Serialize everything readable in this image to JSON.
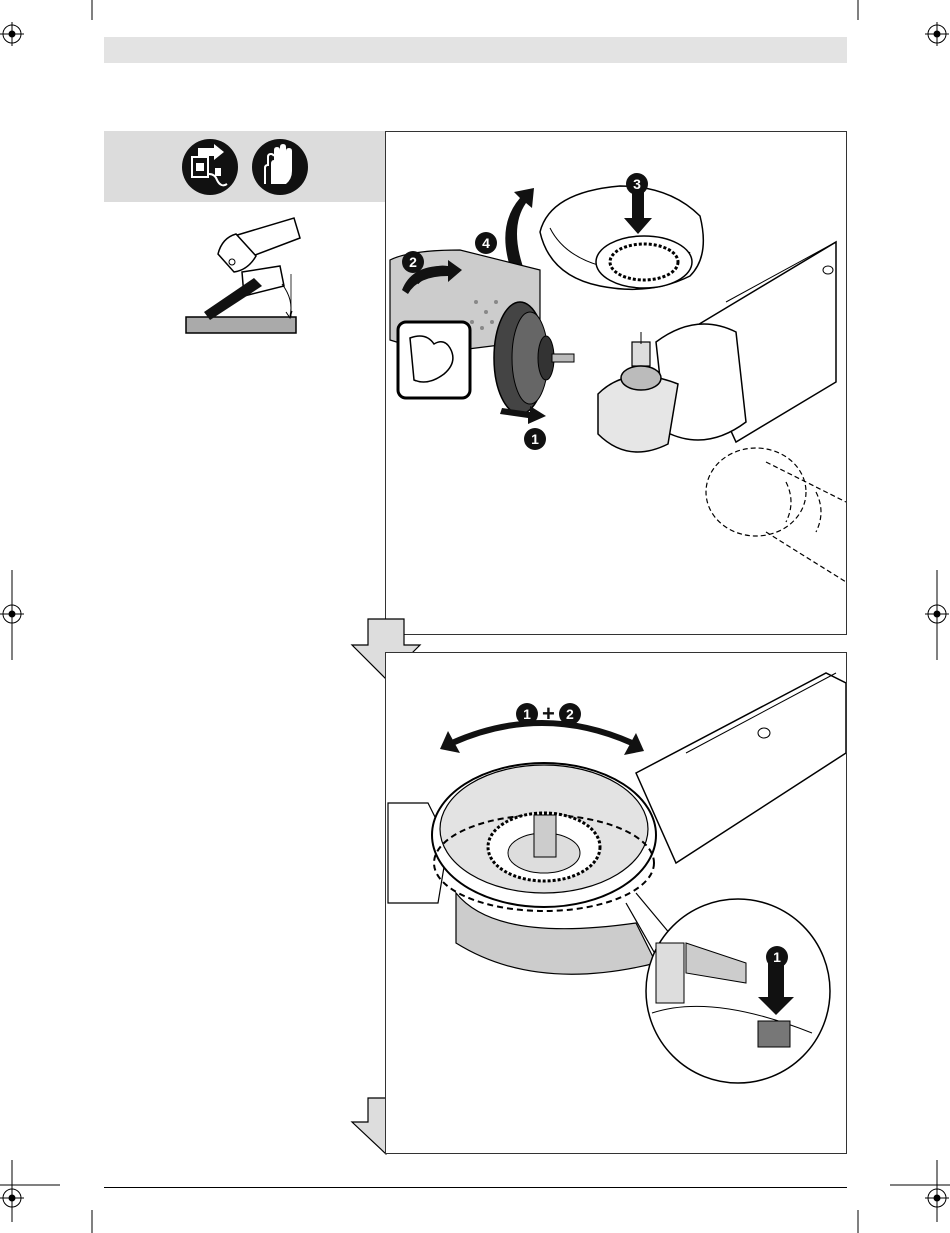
{
  "panel1": {
    "steps": [
      {
        "number": "1"
      },
      {
        "number": "2"
      },
      {
        "number": "3"
      },
      {
        "number": "4"
      }
    ]
  },
  "panel2": {
    "label": {
      "first": "1",
      "plus": "+",
      "second": "2"
    },
    "detail_step": "1"
  },
  "icons": [
    "unplug-before-service-icon",
    "wear-gloves-icon"
  ],
  "colors": {
    "band": "#dcdcdc",
    "header": "#e3e3e3",
    "badge": "#111111"
  }
}
